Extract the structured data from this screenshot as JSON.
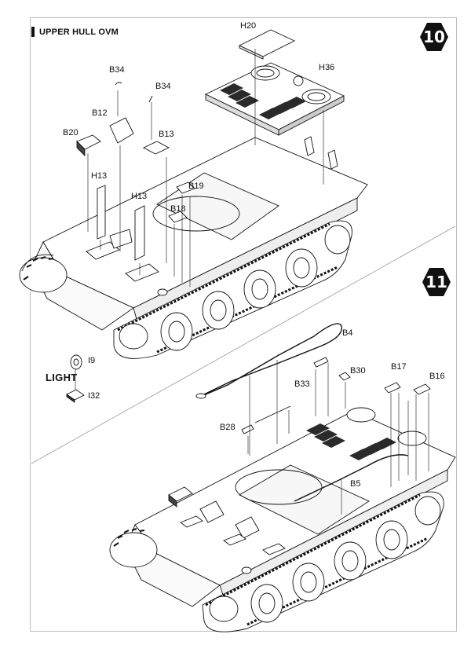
{
  "section_title": "UPPER HULL OVM",
  "steps": {
    "step10": "10",
    "step11": "11"
  },
  "parts_step10": [
    "H20",
    "H36",
    "B34",
    "B34",
    "B12",
    "B13",
    "B20",
    "H13",
    "H13",
    "B19",
    "B18"
  ],
  "parts_step11": [
    "B4",
    "I9",
    "B30",
    "B17",
    "B16",
    "B33",
    "I32",
    "B28",
    "B5"
  ],
  "light_label": "LIGHT",
  "colors": {
    "ink": "#111111",
    "hex_fill": "#111111",
    "hull_fill": "#ffffff",
    "deck_fill": "#f4f4f4",
    "grille": "#2a2a2a"
  }
}
